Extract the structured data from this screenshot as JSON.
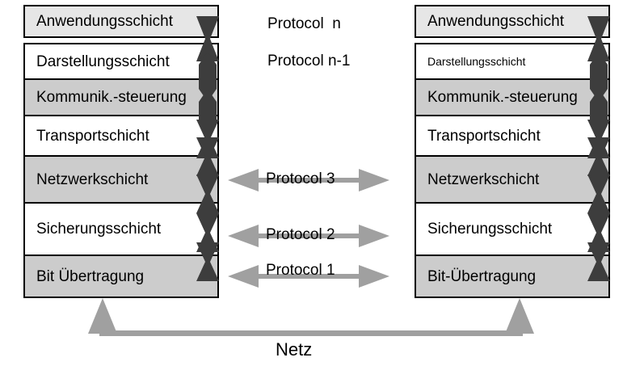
{
  "diagram": {
    "title": "OSI Schichtenmodell",
    "colors": {
      "shade_light": "#e6e6e6",
      "shade_mid": "#cccccc",
      "white": "#ffffff",
      "border": "#000000",
      "connector": "#3d3d3d",
      "arrow": "#a0a0a0"
    }
  },
  "left_stack": {
    "name": "left-protocol-stack",
    "layers": [
      {
        "label": "Anwendungsschicht",
        "shade": "light"
      },
      {
        "label": "Darstellungsschicht",
        "shade": "white"
      },
      {
        "label": "Kommunik.-steuerung",
        "shade": "mid"
      },
      {
        "label": "Transportschicht",
        "shade": "white"
      },
      {
        "label": "Netzwerkschicht",
        "shade": "mid"
      },
      {
        "label": "Sicherungsschicht",
        "shade": "white"
      },
      {
        "label": "Bit Übertragung",
        "shade": "mid"
      }
    ]
  },
  "right_stack": {
    "name": "right-protocol-stack",
    "layers": [
      {
        "label": "Anwendungsschicht",
        "shade": "light"
      },
      {
        "label": "Darstellungsschicht",
        "shade": "white"
      },
      {
        "label": "Kommunik.-steuerung",
        "shade": "mid"
      },
      {
        "label": "Transportschicht",
        "shade": "white"
      },
      {
        "label": "Netzwerkschicht",
        "shade": "mid"
      },
      {
        "label": "Sicherungsschicht",
        "shade": "white"
      },
      {
        "label": "Bit-Übertragung",
        "shade": "mid"
      }
    ]
  },
  "protocol_texts": [
    {
      "label": "Protocol  n"
    },
    {
      "label": "Protocol n-1"
    }
  ],
  "protocol_arrows": [
    {
      "label": "Protocol 3"
    },
    {
      "label": "Protocol 2"
    },
    {
      "label": "Protocol 1"
    }
  ],
  "network": {
    "label": "Netz"
  }
}
